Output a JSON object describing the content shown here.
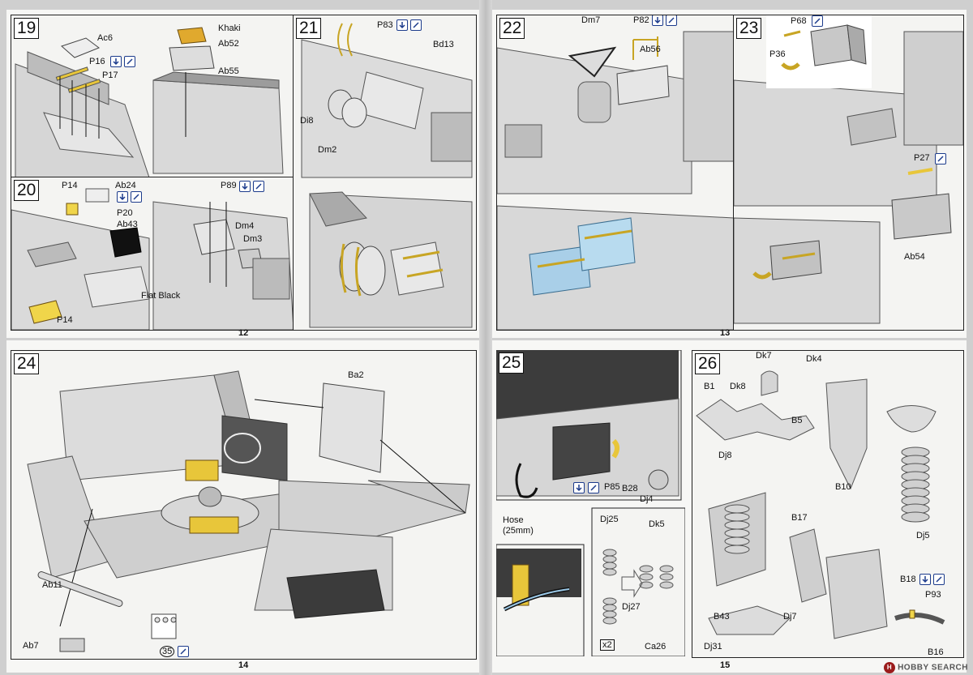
{
  "pages": {
    "p12": "12",
    "p13": "13",
    "p14": "14",
    "p15": "15"
  },
  "steps": {
    "s19": {
      "num": "19",
      "labels": {
        "ac6": "Ac6",
        "p16": "P16",
        "p17": "P17",
        "khaki": "Khaki",
        "ab52": "Ab52",
        "ab55": "Ab55"
      }
    },
    "s20": {
      "num": "20",
      "labels": {
        "p14a": "P14",
        "ab24": "Ab24",
        "p20": "P20",
        "ab43": "Ab43",
        "flat": "Flat Black",
        "p14b": "P14",
        "p89": "P89",
        "dm4": "Dm4",
        "dm3": "Dm3"
      }
    },
    "s21": {
      "num": "21",
      "labels": {
        "p83": "P83",
        "bd13": "Bd13",
        "di8": "Di8",
        "dm2": "Dm2"
      }
    },
    "s22": {
      "num": "22",
      "labels": {
        "dm7": "Dm7",
        "p82": "P82",
        "ab56": "Ab56"
      }
    },
    "s23": {
      "num": "23",
      "labels": {
        "p68": "P68",
        "p36": "P36",
        "p27": "P27",
        "ab54": "Ab54"
      }
    },
    "s24": {
      "num": "24",
      "labels": {
        "ba2": "Ba2",
        "ab11": "Ab11",
        "ab7": "Ab7",
        "n35": "35"
      }
    },
    "s25": {
      "num": "25",
      "labels": {
        "p85": "P85",
        "b28": "B28",
        "dj4": "Dj4",
        "hose": "Hose",
        "hose2": "(25mm)",
        "dj25": "Dj25",
        "dk5": "Dk5",
        "dj27": "Dj27",
        "x2": "x2",
        "ca26": "Ca26"
      }
    },
    "s26": {
      "num": "26",
      "labels": {
        "dk7": "Dk7",
        "dk4": "Dk4",
        "b1": "B1",
        "dk8": "Dk8",
        "b5": "B5",
        "dj8": "Dj8",
        "b10": "B10",
        "b17": "B17",
        "dj5": "Dj5",
        "b18": "B18",
        "p93": "P93",
        "b43": "B43",
        "dj7": "Dj7",
        "dj31": "Dj31",
        "b16": "B16"
      }
    }
  },
  "watermark": {
    "brand": "HOBBY SEARCH"
  },
  "colors": {
    "grey": "#d9d9d9",
    "dark": "#444",
    "yellow": "#e8c63a",
    "blue": "#a9cfe8",
    "pe": "#f0d54a"
  }
}
